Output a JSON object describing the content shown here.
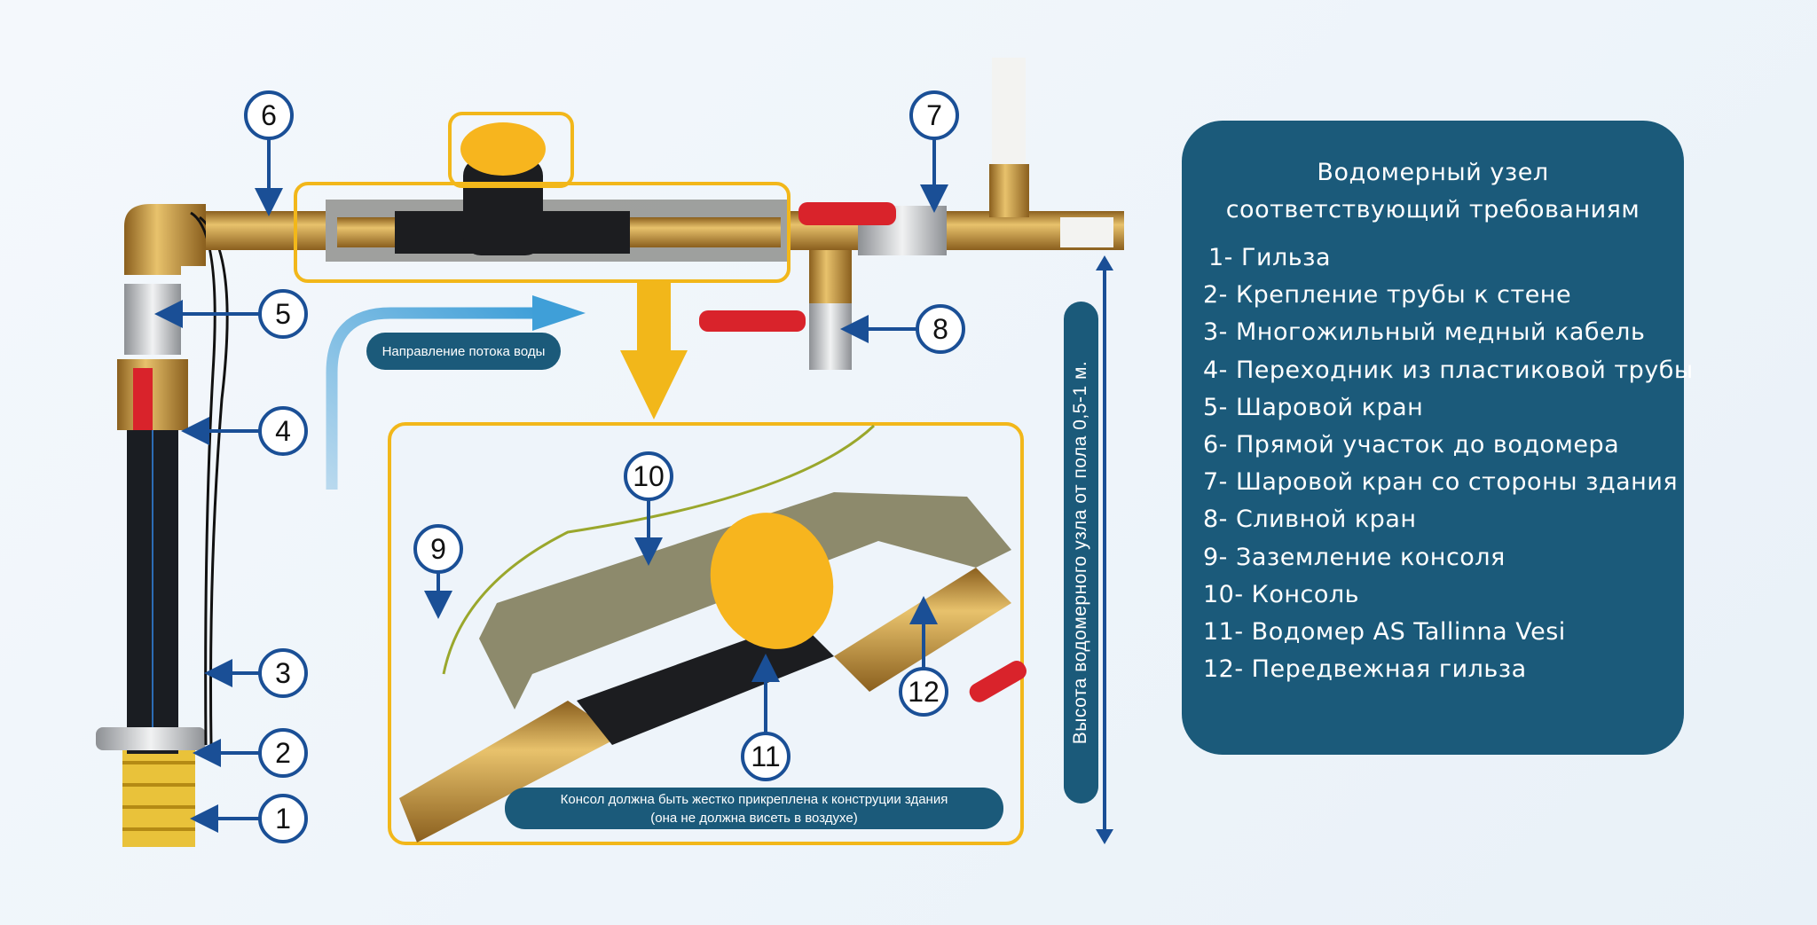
{
  "title": "Водомерный узел соответствующий требованиям",
  "legend": [
    "1- Гильза",
    "2- Крепление трубы к стене",
    "3- Многожильный медный кабель",
    "4- Переходник из пластиковой трубы",
    "5- Шаровой кран",
    "6- Прямой участок до водомера",
    "7- Шаровой кран со стороны здания",
    "8- Сливной кран",
    "9- Заземление консоля",
    "10- Консоль",
    "11- Водомер AS Tallinna Vesi",
    "12- Передвежная гильза"
  ],
  "markers": {
    "m1": "1",
    "m2": "2",
    "m3": "3",
    "m4": "4",
    "m5": "5",
    "m6": "6",
    "m7": "7",
    "m8": "8",
    "m9": "9",
    "m10": "10",
    "m11": "11",
    "m12": "12"
  },
  "flow_label": "Направление потока воды",
  "caption_line1": "Консол должна быть жестко прикреплена к конструции здания",
  "caption_line2": "(она не должна висеть в воздухе)",
  "height_label": "Высота водомерного узла от пола 0,5-1 м.",
  "colors": {
    "panel": "#1b5a7a",
    "highlight": "#f2b71a",
    "arrow": "#1a4f96",
    "flow": "#7fb8dc",
    "brass": "#c9973a"
  }
}
